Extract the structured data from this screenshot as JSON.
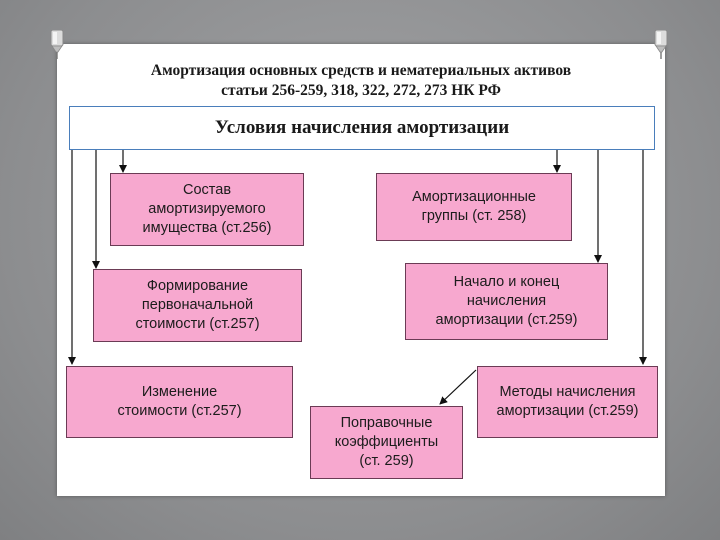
{
  "title": {
    "line1": "Амортизация основных средств и нематериальных активов",
    "line2": "статьи 256-259, 318, 322, 272, 273 НК РФ"
  },
  "header": "Условия начисления амортизации",
  "nodes": {
    "composition": "Состав\nамортизируемого\nимущества (ст.256)",
    "groups": "Амортизационные\nгруппы (ст. 258)",
    "formation": "Формирование\nпервоначальной\nстоимости (ст.257)",
    "start_end": "Начало и конец\nначисления\nамортизации (ст.259)",
    "cost_change": "Изменение\nстоимости (ст.257)",
    "methods": "Методы начисления\nамортизации (ст.259)",
    "coefficients": "Поправочные\nкоэффициенты\n(ст. 259)"
  },
  "colors": {
    "node_fill": "#f7a8cf",
    "node_border": "#6b3b55",
    "header_border": "#4a7ebb",
    "background": "#8f9092"
  }
}
